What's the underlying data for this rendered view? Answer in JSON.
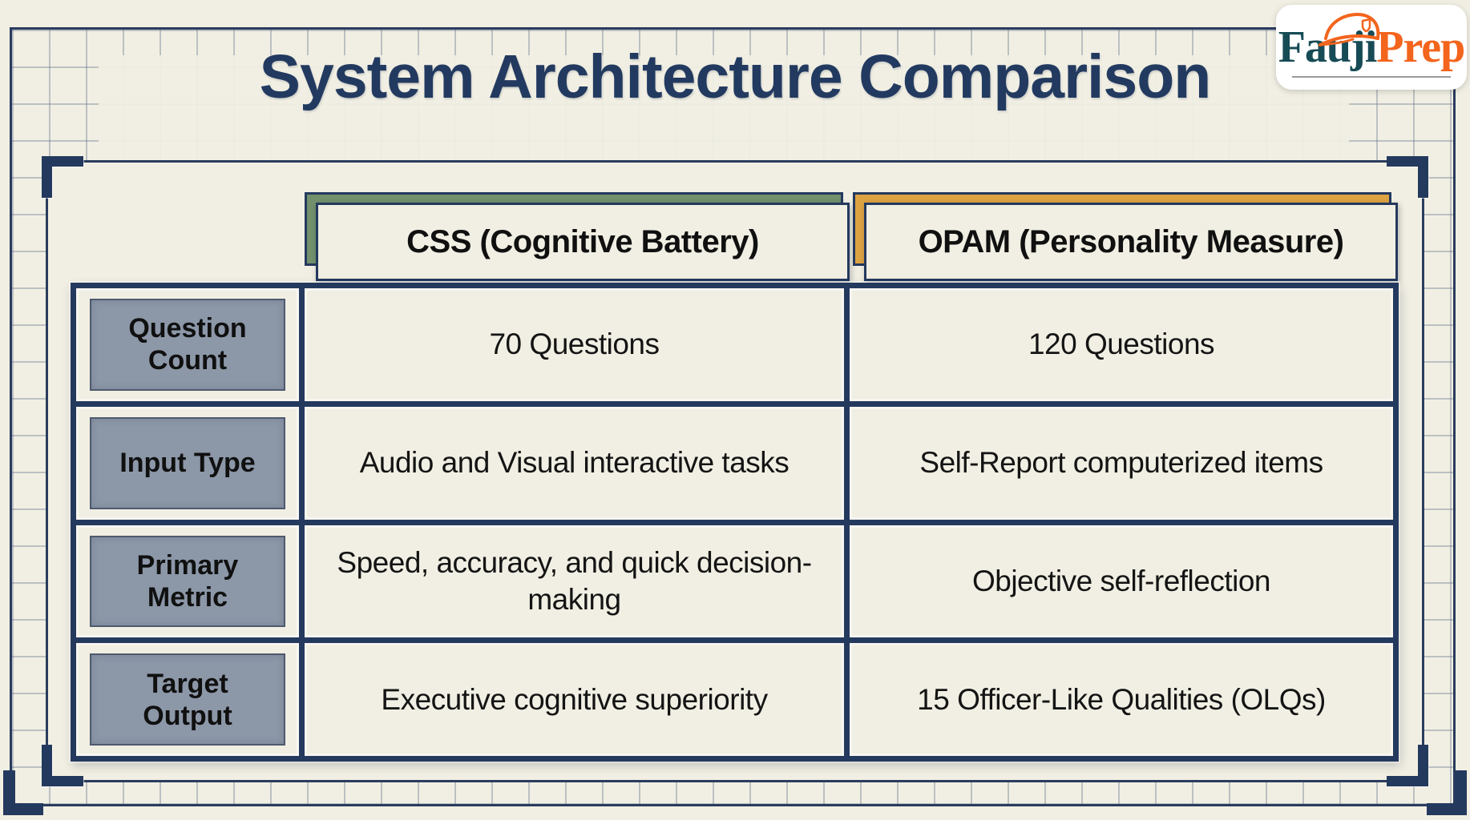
{
  "title": "System Architecture Comparison",
  "logo": {
    "name_part1": "Fauji",
    "name_part2": "Prep",
    "icon": "peaked-cap-icon"
  },
  "table": {
    "columns": [
      {
        "header": "CSS (Cognitive Battery)",
        "accent_color": "#72906c"
      },
      {
        "header": "OPAM (Personality Measure)",
        "accent_color": "#dda242"
      }
    ],
    "rows": [
      {
        "label": "Question Count",
        "css": "70 Questions",
        "opam": "120 Questions"
      },
      {
        "label": "Input Type",
        "css": "Audio and Visual interactive tasks",
        "opam": "Self-Report computerized items"
      },
      {
        "label": "Primary Metric",
        "css": "Speed, accuracy, and quick decision-making",
        "opam": "Objective self-reflection"
      },
      {
        "label": "Target Output",
        "css": "Executive cognitive superiority",
        "opam": "15 Officer-Like Qualities (OLQs)"
      }
    ]
  },
  "colors": {
    "background": "#f1efe3",
    "frame_navy": "#24395e",
    "green_accent": "#72906c",
    "orange_accent": "#dda242",
    "label_chip_gray": "#8c97a8",
    "logo_teal": "#174b55",
    "logo_orange": "#f3641c"
  },
  "chart_data": {
    "type": "table",
    "title": "System Architecture Comparison",
    "column_headers": [
      "",
      "CSS (Cognitive Battery)",
      "OPAM (Personality Measure)"
    ],
    "rows": [
      [
        "Question Count",
        "70 Questions",
        "120 Questions"
      ],
      [
        "Input Type",
        "Audio and Visual interactive tasks",
        "Self-Report computerized items"
      ],
      [
        "Primary Metric",
        "Speed, accuracy, and quick decision-making",
        "Objective self-reflection"
      ],
      [
        "Target Output",
        "Executive cognitive superiority",
        "15 Officer-Like Qualities (OLQs)"
      ]
    ]
  }
}
